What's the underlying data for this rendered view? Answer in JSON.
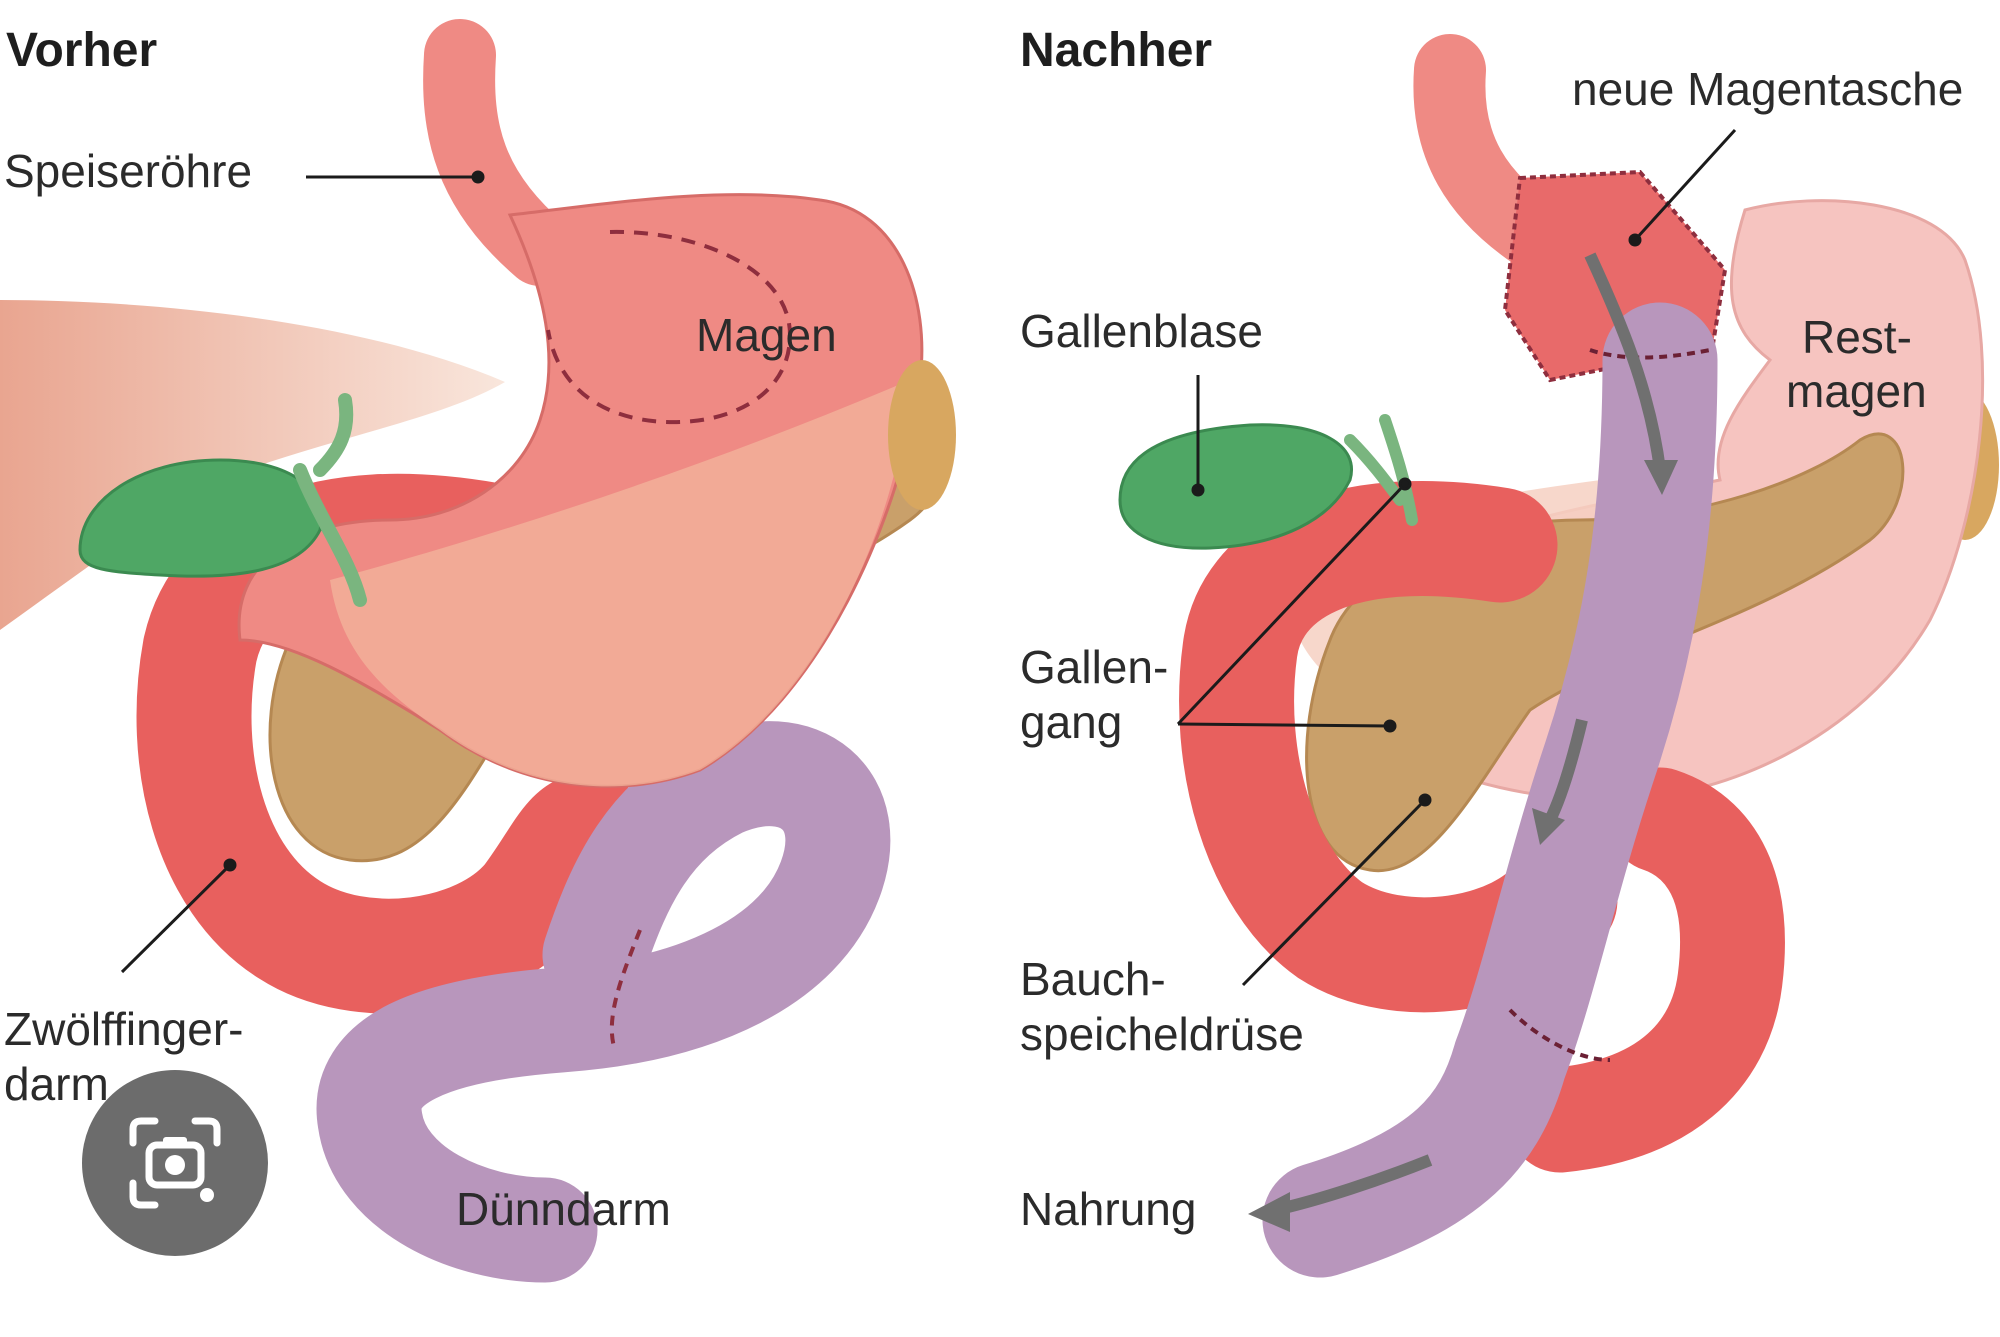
{
  "panels": {
    "before": {
      "title": "Vorher",
      "labels": {
        "esophagus": "Speiseröhre",
        "stomach": "Magen",
        "duodenum_1": "Zwölffinger-",
        "duodenum_2": "darm",
        "small_intestine": "Dünndarm"
      }
    },
    "after": {
      "title": "Nachher",
      "labels": {
        "new_pouch": "neue Magentasche",
        "remnant_1": "Rest-",
        "remnant_2": "magen",
        "gallbladder": "Gallenblase",
        "bile_duct_1": "Gallen-",
        "bile_duct_2": "gang",
        "pancreas_1": "Bauch-",
        "pancreas_2": "speicheldrüse",
        "food": "Nahrung"
      }
    }
  },
  "overlay": {
    "icon": "visual-search-camera-icon"
  },
  "colors": {
    "stomach": "#ef8a84",
    "duodenum": "#e8605e",
    "small_intestine": "#b896bc",
    "gallbladder": "#4fa765",
    "pancreas": "#c9a06a",
    "liver": "#f2cab8",
    "remnant": "#f6c4c0",
    "arrow": "#707070",
    "leader": "#1b1b1b"
  }
}
